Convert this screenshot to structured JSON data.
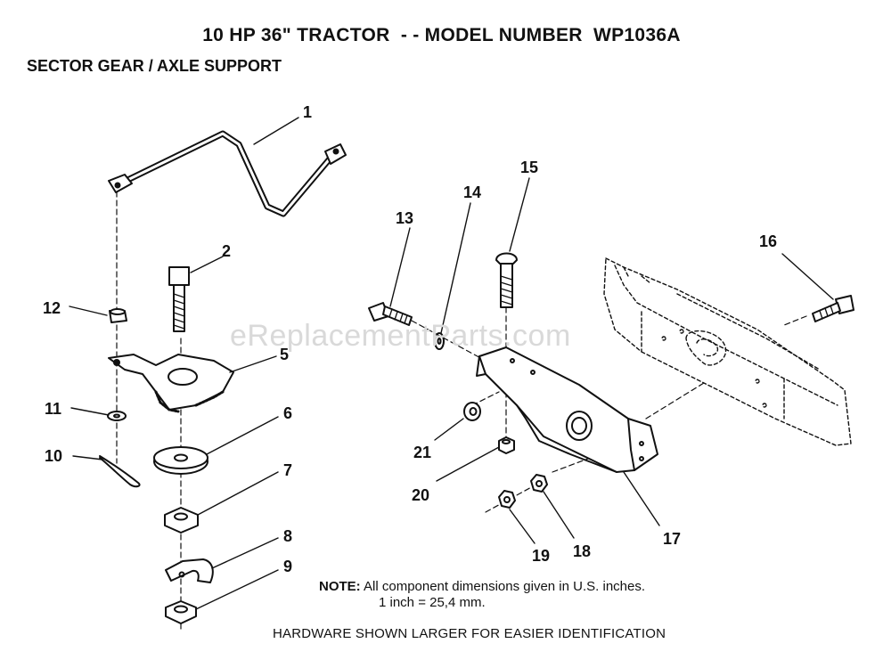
{
  "header": {
    "title": "10 HP 36\" TRACTOR  - - MODEL NUMBER  WP1036A",
    "subtitle": "SECTOR GEAR / AXLE SUPPORT"
  },
  "watermark": "eReplacementParts.com",
  "callouts": {
    "c1": "1",
    "c2": "2",
    "c5": "5",
    "c6": "6",
    "c7": "7",
    "c8": "8",
    "c9": "9",
    "c10": "10",
    "c11": "11",
    "c12": "12",
    "c13": "13",
    "c14": "14",
    "c15": "15",
    "c16": "16",
    "c17": "17",
    "c18": "18",
    "c19": "19",
    "c20": "20",
    "c21": "21"
  },
  "note": {
    "label": "NOTE:",
    "line1": "All component dimensions given in U.S. inches.",
    "line2": "1 inch  =  25,4 mm."
  },
  "footer": "HARDWARE SHOWN LARGER FOR EASIER IDENTIFICATION"
}
